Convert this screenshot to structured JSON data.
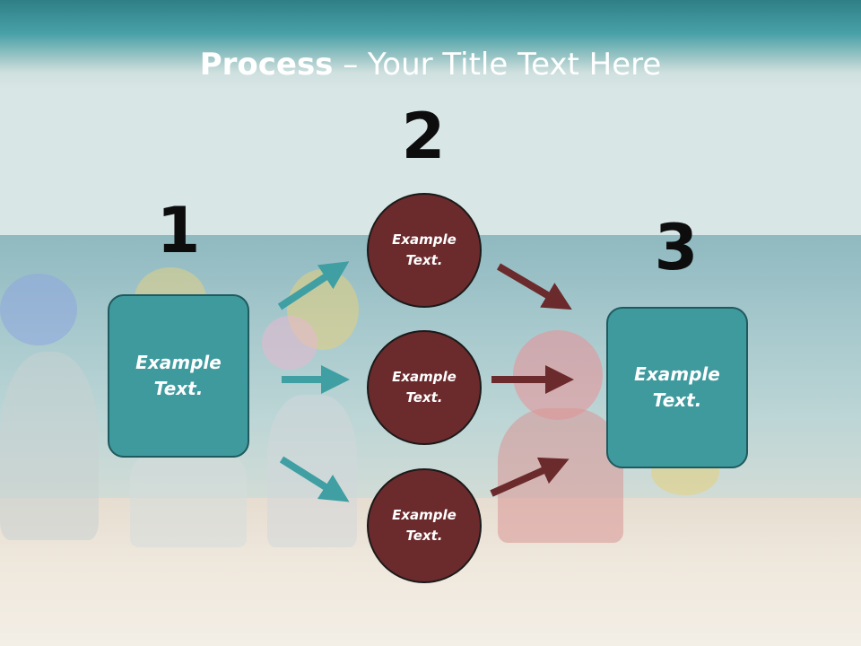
{
  "title": {
    "bold": "Process",
    "rest": " – Your Title Text Here"
  },
  "steps": [
    {
      "number": "1",
      "text": "Example Text."
    },
    {
      "number": "2",
      "text": "Example Text."
    },
    {
      "number": "3",
      "text": "Example Text."
    }
  ],
  "circles": [
    {
      "text": "Example Text."
    },
    {
      "text": "Example Text."
    },
    {
      "text": "Example Text."
    }
  ],
  "colors": {
    "teal_box": "#3f9a9e",
    "maroon_circle": "#6b2a2c",
    "teal_arrow": "#3f9fa3",
    "maroon_arrow": "#6b2a2c"
  }
}
